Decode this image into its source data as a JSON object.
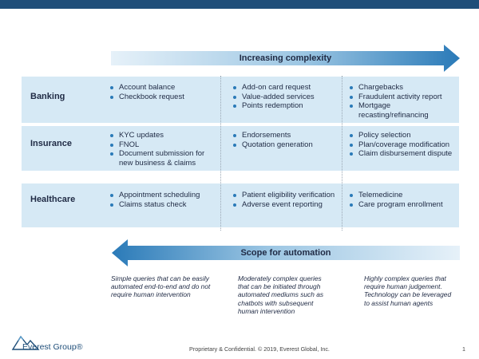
{
  "arrows": {
    "top_label": "Increasing complexity",
    "bottom_label": "Scope for automation"
  },
  "rows": [
    {
      "title": "Banking",
      "cols": [
        [
          "Account balance",
          "Checkbook request"
        ],
        [
          "Add-on card request",
          "Value-added services",
          "Points redemption"
        ],
        [
          "Chargebacks",
          "Fraudulent activity report",
          "Mortgage recasting/refinancing"
        ]
      ]
    },
    {
      "title": "Insurance",
      "cols": [
        [
          "KYC updates",
          "FNOL",
          "Document submission for new business & claims"
        ],
        [
          "Endorsements",
          "Quotation generation"
        ],
        [
          "Policy selection",
          "Plan/coverage modification",
          "Claim disbursement dispute"
        ]
      ]
    },
    {
      "title": "Healthcare",
      "cols": [
        [
          "Appointment scheduling",
          "Claims status check"
        ],
        [
          "Patient eligibility verification",
          "Adverse event reporting"
        ],
        [
          "Telemedicine",
          "Care program enrollment"
        ]
      ]
    }
  ],
  "descriptions": [
    "Simple queries that can be easily automated end-to-end and do not require human intervention",
    "Moderately complex queries that can be initiated through automated mediums such as chatbots with subsequent human intervention",
    "Highly complex queries that require human judgement. Technology can be leveraged to assist human agents"
  ],
  "footer": {
    "logo_text": "Everest Group®",
    "confidential": "Proprietary & Confidential. © 2019, Everest Global, Inc.",
    "page_number": "1"
  },
  "colors": {
    "header_bar": "#1f4e79",
    "row_fill": "#d6e9f5",
    "arrow_dark": "#2a7ab8",
    "arrow_light": "#e3f0f8"
  }
}
